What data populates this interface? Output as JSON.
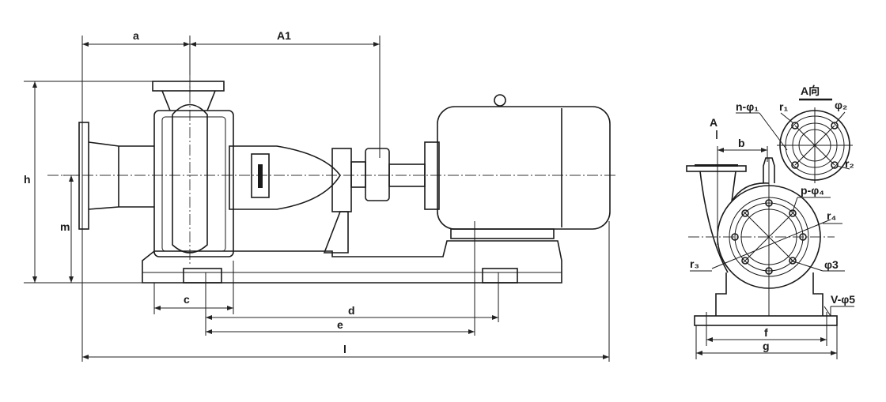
{
  "drawing": {
    "main_view": {
      "dimensions": {
        "a": "a",
        "A1": "A1",
        "h": "h",
        "m": "m",
        "c": "c",
        "d": "d",
        "e": "e",
        "l": "l"
      }
    },
    "side_view": {
      "view_marker": "A",
      "view_title": "A向",
      "labels": {
        "n_phi1": "n-φ₁",
        "r1": "r₁",
        "phi2": "φ₂",
        "r2": "r₂",
        "b": "b",
        "p_phi4": "p-φ₄",
        "r4": "r₄",
        "r3": "r₃",
        "phi3": "φ3",
        "v_phi5": "V-φ5",
        "f": "f",
        "g": "g"
      }
    }
  }
}
